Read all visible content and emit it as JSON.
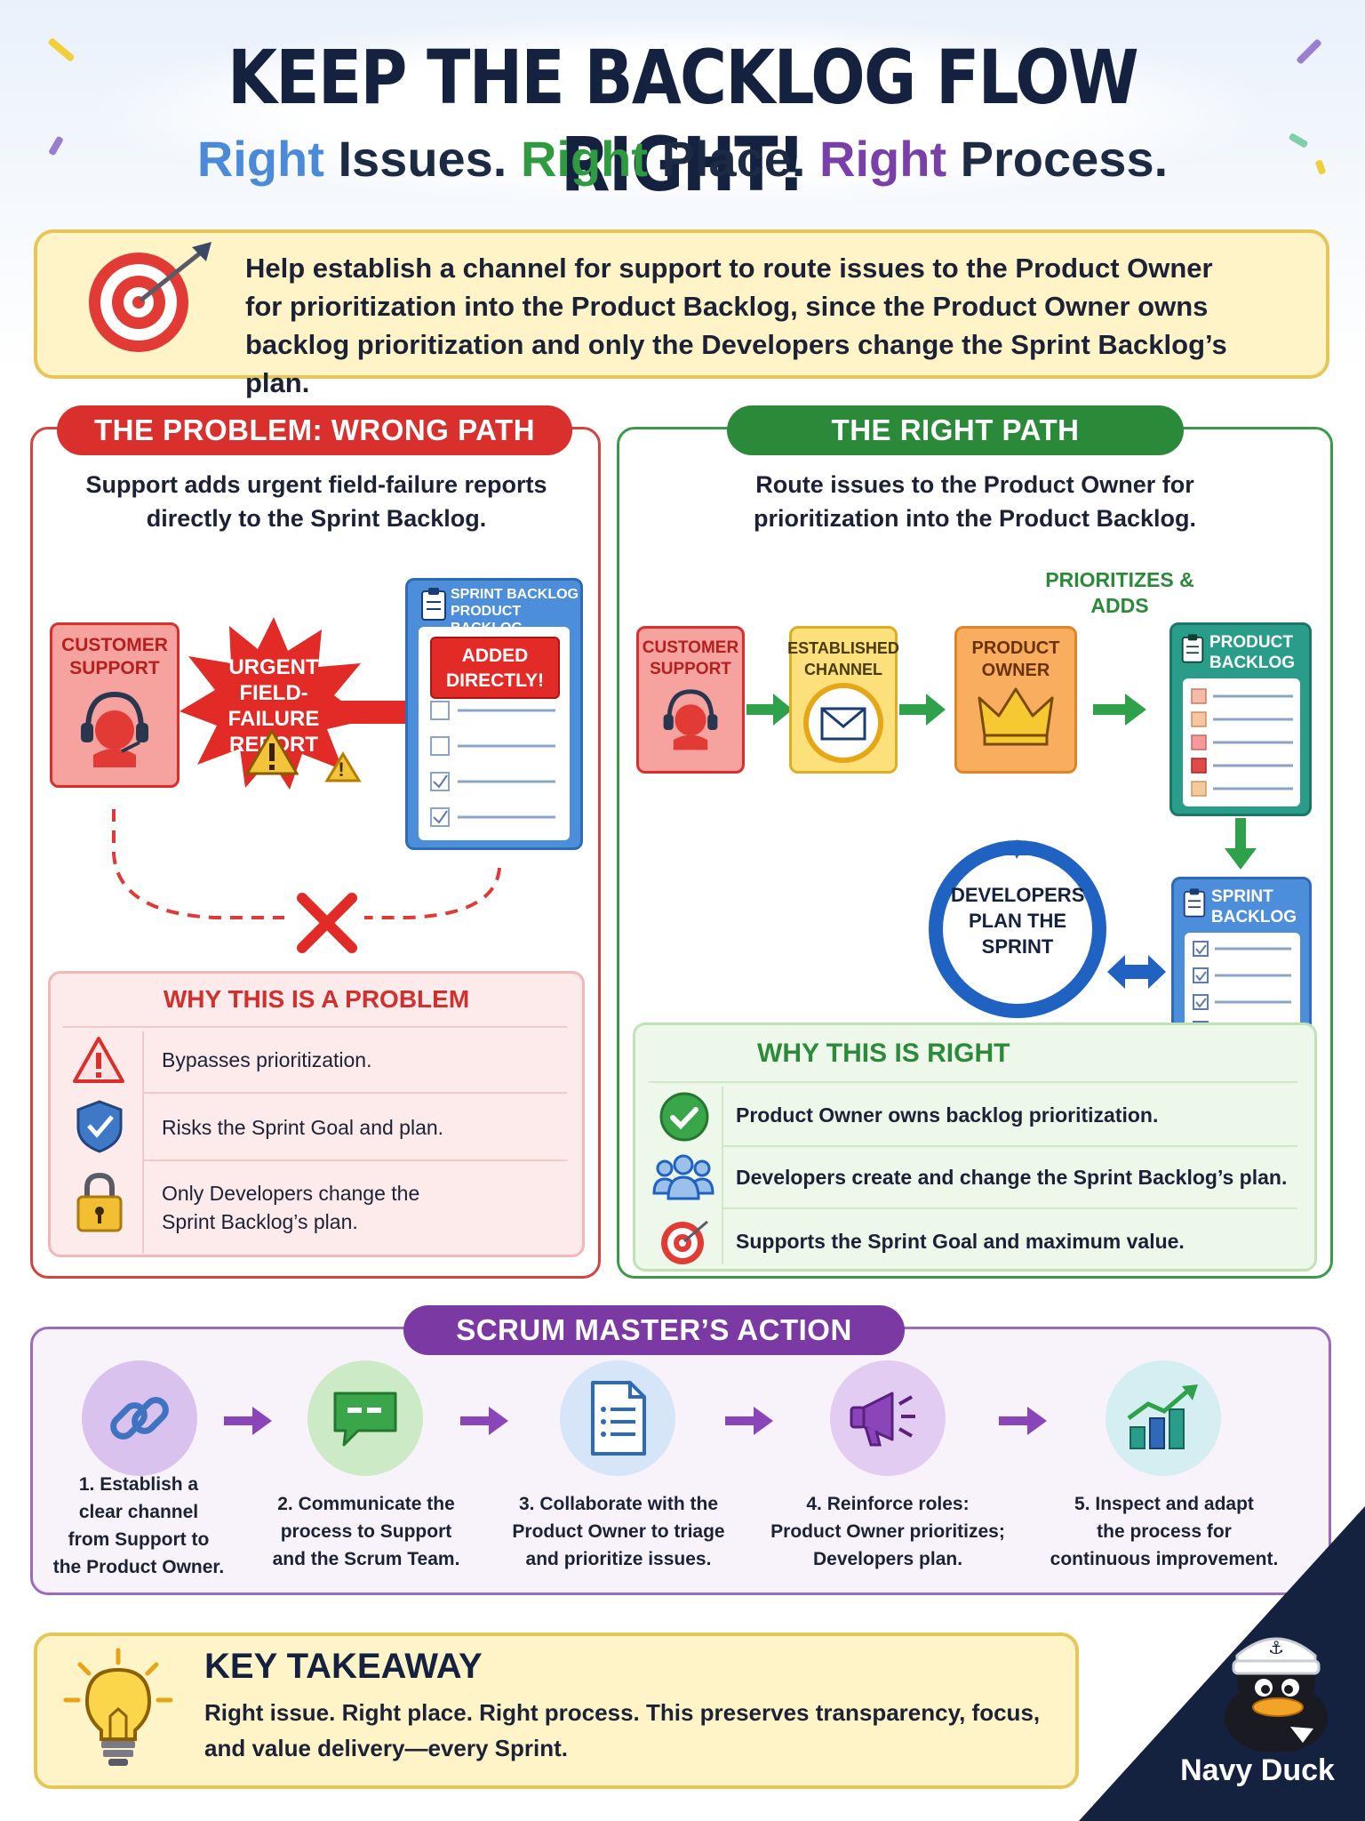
{
  "header": {
    "title": "KEEP THE BACKLOG FLOW RIGHT!",
    "subtitle": {
      "part1_colored": "Right",
      "part1_rest": " Issues. ",
      "part2_colored": "Right",
      "part2_rest": " Place. ",
      "part3_colored": "Right",
      "part3_rest": " Process."
    }
  },
  "goal": {
    "icon": "target-icon",
    "line1": "Help establish a channel for support to route issues to the Product Owner",
    "line2": "for prioritization into the Product Backlog, since the Product Owner owns",
    "line3": "backlog prioritization and only the Developers change the Sprint Backlog’s plan."
  },
  "problem": {
    "title": "THE PROBLEM: WRONG PATH",
    "description_line1": "Support adds urgent field-failure reports",
    "description_line2": "directly to the Sprint Backlog.",
    "customer_support": "CUSTOMER SUPPORT",
    "urgent_line1": "URGENT",
    "urgent_line2": "FIELD-FAILURE",
    "urgent_line3": "REPORT",
    "sprint_backlog_line1": "SPRINT BACKLOG",
    "sprint_backlog_line2": "PRODUCT BACKLOG",
    "added_directly_line1": "ADDED",
    "added_directly_line2": "DIRECTLY!",
    "why_title": "WHY THIS IS A PROBLEM",
    "reasons": [
      {
        "icon": "warning-icon",
        "text": "Bypasses prioritization."
      },
      {
        "icon": "shield-icon",
        "text": "Risks the Sprint Goal and plan."
      },
      {
        "icon": "lock-icon",
        "text_line1": "Only Developers change the",
        "text_line2": "Sprint Backlog’s plan."
      }
    ]
  },
  "right_path": {
    "title": "THE RIGHT PATH",
    "description_line1": "Route issues to the Product Owner for",
    "description_line2": "prioritization into the Product Backlog.",
    "prioritizes_line1": "PRIORITIZES &",
    "prioritizes_line2": "ADDS",
    "customer_support_line1": "CUSTOMER",
    "customer_support_line2": "SUPPORT",
    "channel_line1": "ESTABLISHED",
    "channel_line2": "CHANNEL",
    "product_owner_line1": "PRODUCT",
    "product_owner_line2": "OWNER",
    "product_backlog_line1": "PRODUCT",
    "product_backlog_line2": "BACKLOG",
    "sprint_backlog_line1": "SPRINT",
    "sprint_backlog_line2": "BACKLOG",
    "developers_line1": "DEVELOPERS",
    "developers_line2": "PLAN THE",
    "developers_line3": "SPRINT",
    "why_title": "WHY THIS IS RIGHT",
    "reasons": [
      {
        "icon": "check-circle-icon",
        "text": "Product Owner owns backlog prioritization."
      },
      {
        "icon": "people-icon",
        "text": "Developers create and change the Sprint Backlog’s plan."
      },
      {
        "icon": "target-icon",
        "text": "Supports the Sprint Goal and maximum value."
      }
    ]
  },
  "scrum_master": {
    "title": "SCRUM MASTER’S ACTION",
    "steps": [
      {
        "icon": "link-icon",
        "line1": "1. Establish a",
        "line2": "clear channel",
        "line3": "from Support to",
        "line4": "the Product Owner."
      },
      {
        "icon": "chat-icon",
        "line1": "2. Communicate the",
        "line2": "process to Support",
        "line3": "and the Scrum Team."
      },
      {
        "icon": "document-icon",
        "line1": "3. Collaborate with the",
        "line2": "Product Owner to triage",
        "line3": "and prioritize issues."
      },
      {
        "icon": "megaphone-icon",
        "line1": "4. Reinforce roles:",
        "line2": "Product Owner prioritizes;",
        "line3": "Developers plan."
      },
      {
        "icon": "growth-chart-icon",
        "line1": "5. Inspect and adapt",
        "line2": "the process for",
        "line3": "continuous improvement."
      }
    ]
  },
  "takeaway": {
    "icon": "lightbulb-icon",
    "title": "KEY TAKEAWAY",
    "line1": "Right issue. Right place. Right process. This preserves transparency, focus,",
    "line2": "and value delivery—every Sprint."
  },
  "brand": {
    "name": "Navy Duck",
    "icon": "duck-mascot-icon"
  },
  "colors": {
    "red": "#d9302e",
    "green": "#2b8a3a",
    "purple": "#7b3aa3",
    "navy": "#14223f",
    "yellow": "#fff3c8"
  }
}
